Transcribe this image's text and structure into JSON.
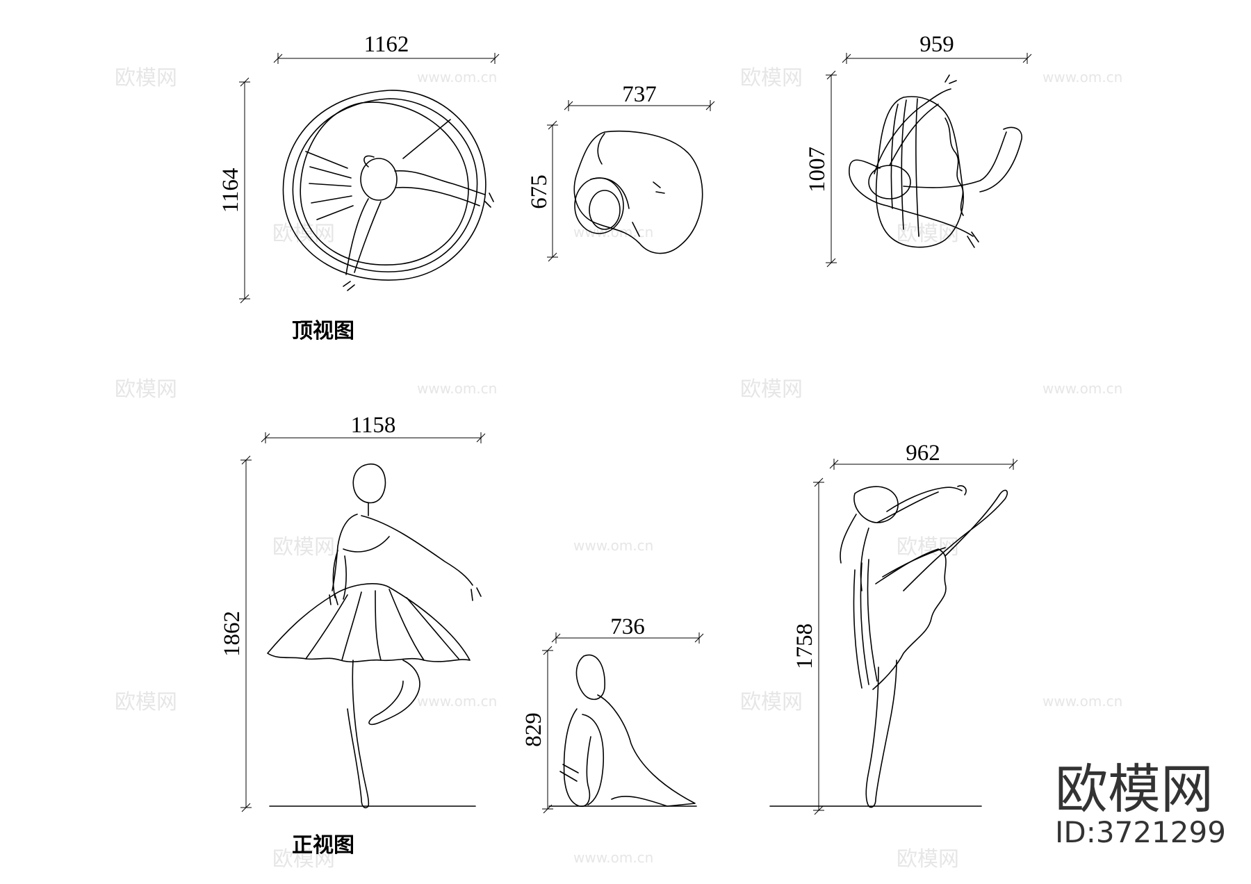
{
  "drawing": {
    "top_views": [
      {
        "id": "tv1",
        "width": "1162",
        "depth": "1164"
      },
      {
        "id": "tv2",
        "width": "737",
        "depth": "675"
      },
      {
        "id": "tv3",
        "width": "959",
        "depth": "1007"
      }
    ],
    "front_views": [
      {
        "id": "fv1",
        "width": "1158",
        "height": "1862"
      },
      {
        "id": "fv2",
        "width": "736",
        "height": "829"
      },
      {
        "id": "fv3",
        "width": "962",
        "height": "1758"
      }
    ],
    "captions": {
      "top": "顶视图",
      "front": "正视图"
    }
  },
  "watermark": {
    "site": "www.om.cn",
    "brand": "欧模网",
    "id_label": "ID:3721299"
  }
}
